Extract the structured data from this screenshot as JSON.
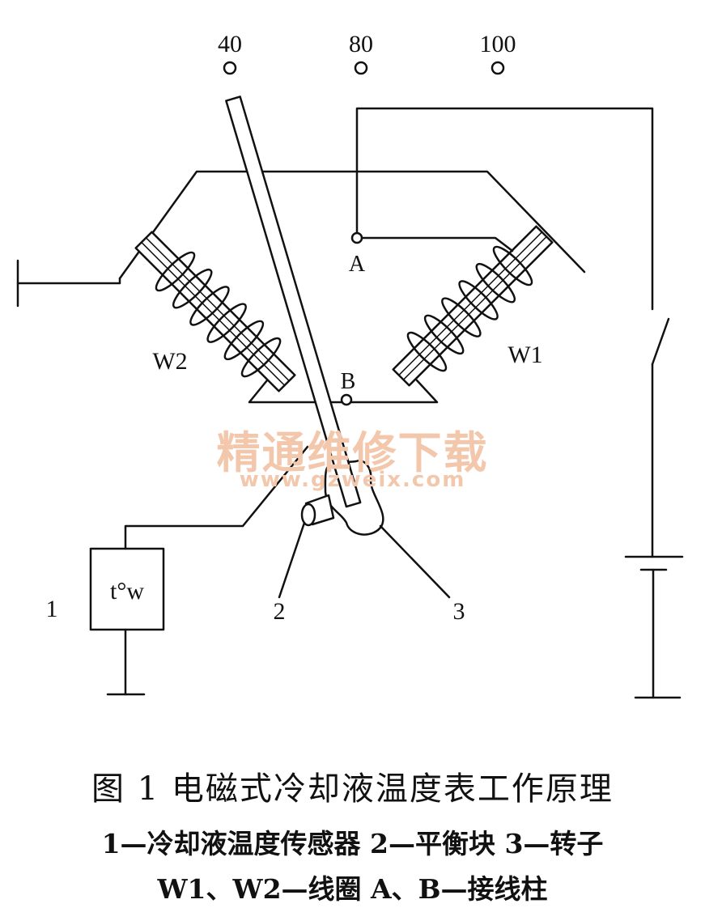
{
  "scale": {
    "mark_40": "40",
    "mark_80": "80",
    "mark_100": "100"
  },
  "terminals": {
    "a": "A",
    "b": "B"
  },
  "coils": {
    "w1": "W1",
    "w2": "W2"
  },
  "sensor": {
    "text": "t°w",
    "number": "1"
  },
  "callouts": {
    "balance_block": "2",
    "rotor": "3"
  },
  "watermark": {
    "chinese": "精通维修下载",
    "url": "www.gzweix.com"
  },
  "caption": {
    "title": "图 1  电磁式冷却液温度表工作原理",
    "legend_line1": "1—冷却液温度传感器   2—平衡块   3—转子",
    "legend_line2": "W1、W2—线圈   A、B—接线柱"
  }
}
